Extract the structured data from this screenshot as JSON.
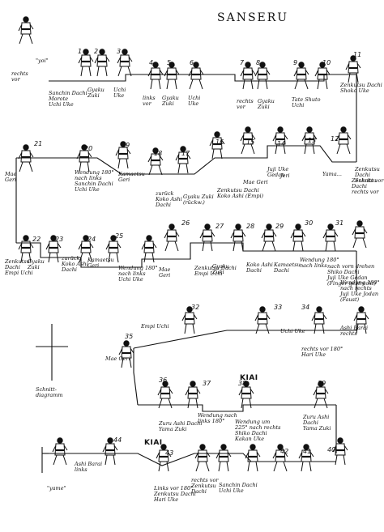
{
  "title": "SANSERU",
  "kiai": [
    "KIAI",
    "KIAI"
  ],
  "legend": "Schnitt-\ndiagramm",
  "start": "\"yoi\"",
  "end": "\"yame\"",
  "numbers": [
    "1",
    "2",
    "3",
    "4",
    "5",
    "6",
    "7",
    "8",
    "9",
    "10",
    "11",
    "12",
    "13",
    "14",
    "15",
    "16",
    "17",
    "18",
    "19",
    "20",
    "21",
    "22",
    "23",
    "24",
    "25",
    "26",
    "27",
    "28",
    "29",
    "30",
    "31",
    "32",
    "33",
    "34",
    "35",
    "36",
    "37",
    "38",
    "39",
    "40",
    "41",
    "42",
    "43",
    "44"
  ],
  "labels": [
    "rechts\nvor",
    "Sanchin Dachi\nMorote\nUchi Uke",
    "Gyaku\nZuki",
    "Uchi\nUke",
    "links\nvor",
    "Gyaku\nZuki",
    "Uchi\nUke",
    "rechts\nvor",
    "Gyaku\nZuki",
    "Tate Shuto\nUchi",
    "Zenkutsu Dachi\nShoko Uke",
    "Zenkutsu Dachi\nSchritt vor",
    "Zenkutsu Dachi\nrechts vor",
    "Yama...",
    "Jeri",
    "Juji Uke\nGedan",
    "Mae Geri",
    "Zenkutsu Dachi\nKoko Ashi (Empi)",
    "Gyaku Zuki\n(rückw.)",
    "zurück\nKoko Ashi\nDachi",
    "Kamaetsu\nGeri",
    "Wendung 180°\nnach links\nSanchin Dachi\nUchi Uke",
    "Mae\nGeri",
    "Zenkutsu\nDachi\nEmpi Uchi",
    "Gyaku\nZuki",
    "zurück\nKoko Ashi\nDachi",
    "Kamaetsu\nGeri",
    "Wendung 180°\nnach links\nUchi Uke",
    "Mae\nGeri",
    "Zenkutsu Dachi\nEmpi Uchi",
    "Gyaku\nZuki",
    "Koko Ashi\nDachi",
    "Kamaetsu\nDachi",
    "Wendung 180°\nnach links",
    "nach vorn drehen\nShiko Dachi\nJuji Uke Gedan\n(Finger gestreckt)",
    "Wendung 180°\nnach rechts\nJuji Uke Jodan\n(Faust)",
    "Empi Uchi",
    "Mae Geri",
    "Uchi Uke",
    "rechts vor 180°\nHari Uke",
    "Ashi Barai\nrechts",
    "Zuru Ashi Dachi\nYama Zuki",
    "Wendung nach\nlinks 180°",
    "Wendung um\n225° nach rechts\nShiko Dachi\nKakan Uke",
    "Zuru Ashi\nDachi\nYama Zuki",
    "Ashi Barai\nlinks",
    "Links vor 180°\nZenkutsu Dachi\nHari Uke",
    "rechts vor\nZenkutsu\nDachi",
    "Sanchin Dachi\nUchi Uke"
  ]
}
